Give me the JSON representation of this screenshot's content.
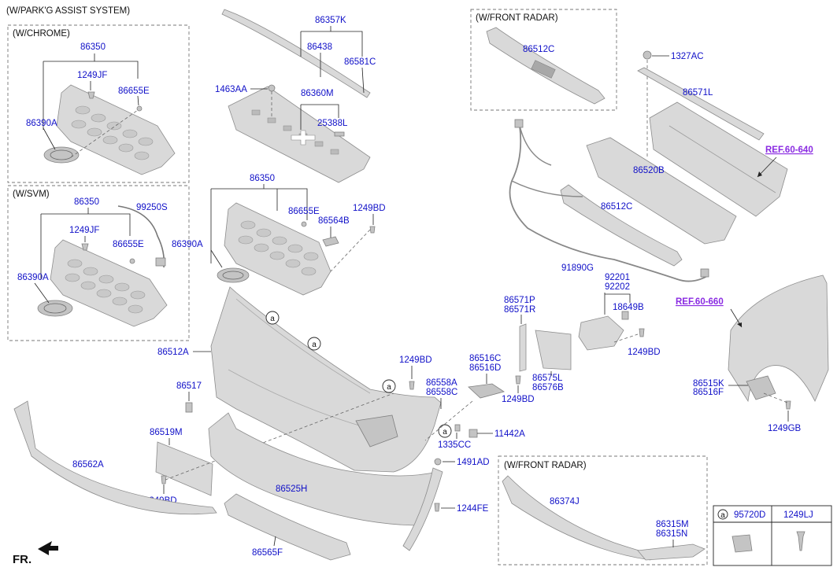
{
  "headers": {
    "main": "(W/PARK'G ASSIST SYSTEM)",
    "chrome": "(W/CHROME)",
    "svm": "(W/SVM)",
    "radar_top": "(W/FRONT RADAR)",
    "radar_bottom": "(W/FRONT RADAR)"
  },
  "labels": {
    "p86357K": "86357K",
    "p86438": "86438",
    "p86581C": "86581C",
    "p1463AA": "1463AA",
    "p86360M": "86360M",
    "p25388L": "25388L",
    "chrome_86350": "86350",
    "chrome_1249JF": "1249JF",
    "chrome_86655E": "86655E",
    "chrome_86390A": "86390A",
    "svm_86350": "86350",
    "svm_99250S": "99250S",
    "svm_1249JF": "1249JF",
    "svm_86655E": "86655E",
    "svm_86390A": "86390A",
    "main_86350": "86350",
    "main_86655E": "86655E",
    "main_1249BD": "1249BD",
    "main_86564B": "86564B",
    "main_86390A": "86390A",
    "p86512C_top": "86512C",
    "p1327AC": "1327AC",
    "p86571L": "86571L",
    "ref_6064": "REF.60-640",
    "p86520B": "86520B",
    "p86512C_mid": "86512C",
    "p91890G": "91890G",
    "p92201": "92201",
    "p92202": "92202",
    "p18649B": "18649B",
    "p1249BD_sensor": "1249BD",
    "ref_6066": "REF.60-660",
    "p86571P": "86571P",
    "p86571R": "86571R",
    "p86575L": "86575L",
    "p86576B": "86576B",
    "p86516C": "86516C",
    "p86516D": "86516D",
    "p1249BD_bracket": "1249BD",
    "p86512A": "86512A",
    "p1249BD_bumper": "1249BD",
    "p86558A": "86558A",
    "p86558C": "86558C",
    "p86517": "86517",
    "p86519M": "86519M",
    "p1249BD_plate": "1249BD",
    "p86562A": "86562A",
    "p11442A": "11442A",
    "p1335CC": "1335CC",
    "p1491AD": "1491AD",
    "p1244FE": "1244FE",
    "p86525H": "86525H",
    "p86565F": "86565F",
    "p86374J": "86374J",
    "p86315M": "86315M",
    "p86315N": "86315N",
    "p86515K": "86515K",
    "p86516F": "86516F",
    "p1249GB": "1249GB",
    "fr": "FR."
  },
  "legend": {
    "marker": "a",
    "col1": "95720D",
    "col2": "1249LJ",
    "callouts": [
      "a",
      "a",
      "a",
      "a"
    ]
  },
  "colors": {
    "part_label": "#1010c8",
    "ref_label": "#8a2be2",
    "part_fill": "#d9d9d9",
    "part_stroke": "#8c8c8c"
  }
}
